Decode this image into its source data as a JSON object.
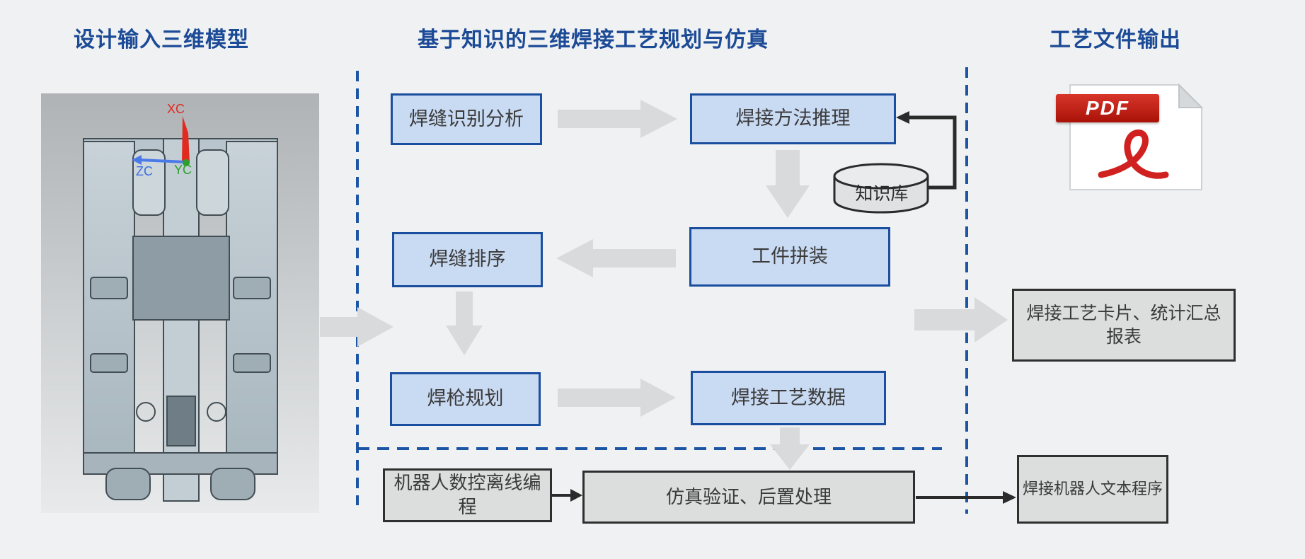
{
  "titles": {
    "design_input": "设计输入三维模型",
    "planning": "基于知识的三维焊接工艺规划与仿真",
    "output": "工艺文件输出"
  },
  "model_viewport": {
    "axis_labels": {
      "xc": "XC",
      "yc": "YC",
      "zc": "ZC"
    }
  },
  "planning": {
    "boxes": {
      "seam_recognition": "焊缝识别分析",
      "method_reasoning": "焊接方法推理",
      "seam_sequencing": "焊缝排序",
      "workpiece_assembly": "工件拼装",
      "torch_planning": "焊枪规划",
      "process_data": "焊接工艺数据"
    },
    "knowledge_base": "知识库"
  },
  "simulation": {
    "offline_programming": "机器人数控离线编程",
    "verification_postprocessing": "仿真验证、后置处理"
  },
  "output": {
    "pdf_badge": "PDF",
    "process_card_report": "焊接工艺卡片、统计汇总报表",
    "robot_text_program": "焊接机器人文本程序"
  },
  "colors": {
    "title_blue": "#1b4a96",
    "box_blue_fill": "#c9daf3",
    "box_blue_border": "#1a4e9e",
    "box_gray_fill": "#dcdddd",
    "box_gray_border": "#2f2f2f",
    "dashed_line_blue": "#1d55a5",
    "arrow_gray": "#d9dadb",
    "connector_black": "#2b2b2b",
    "pdf_red": "#d01f1f"
  }
}
